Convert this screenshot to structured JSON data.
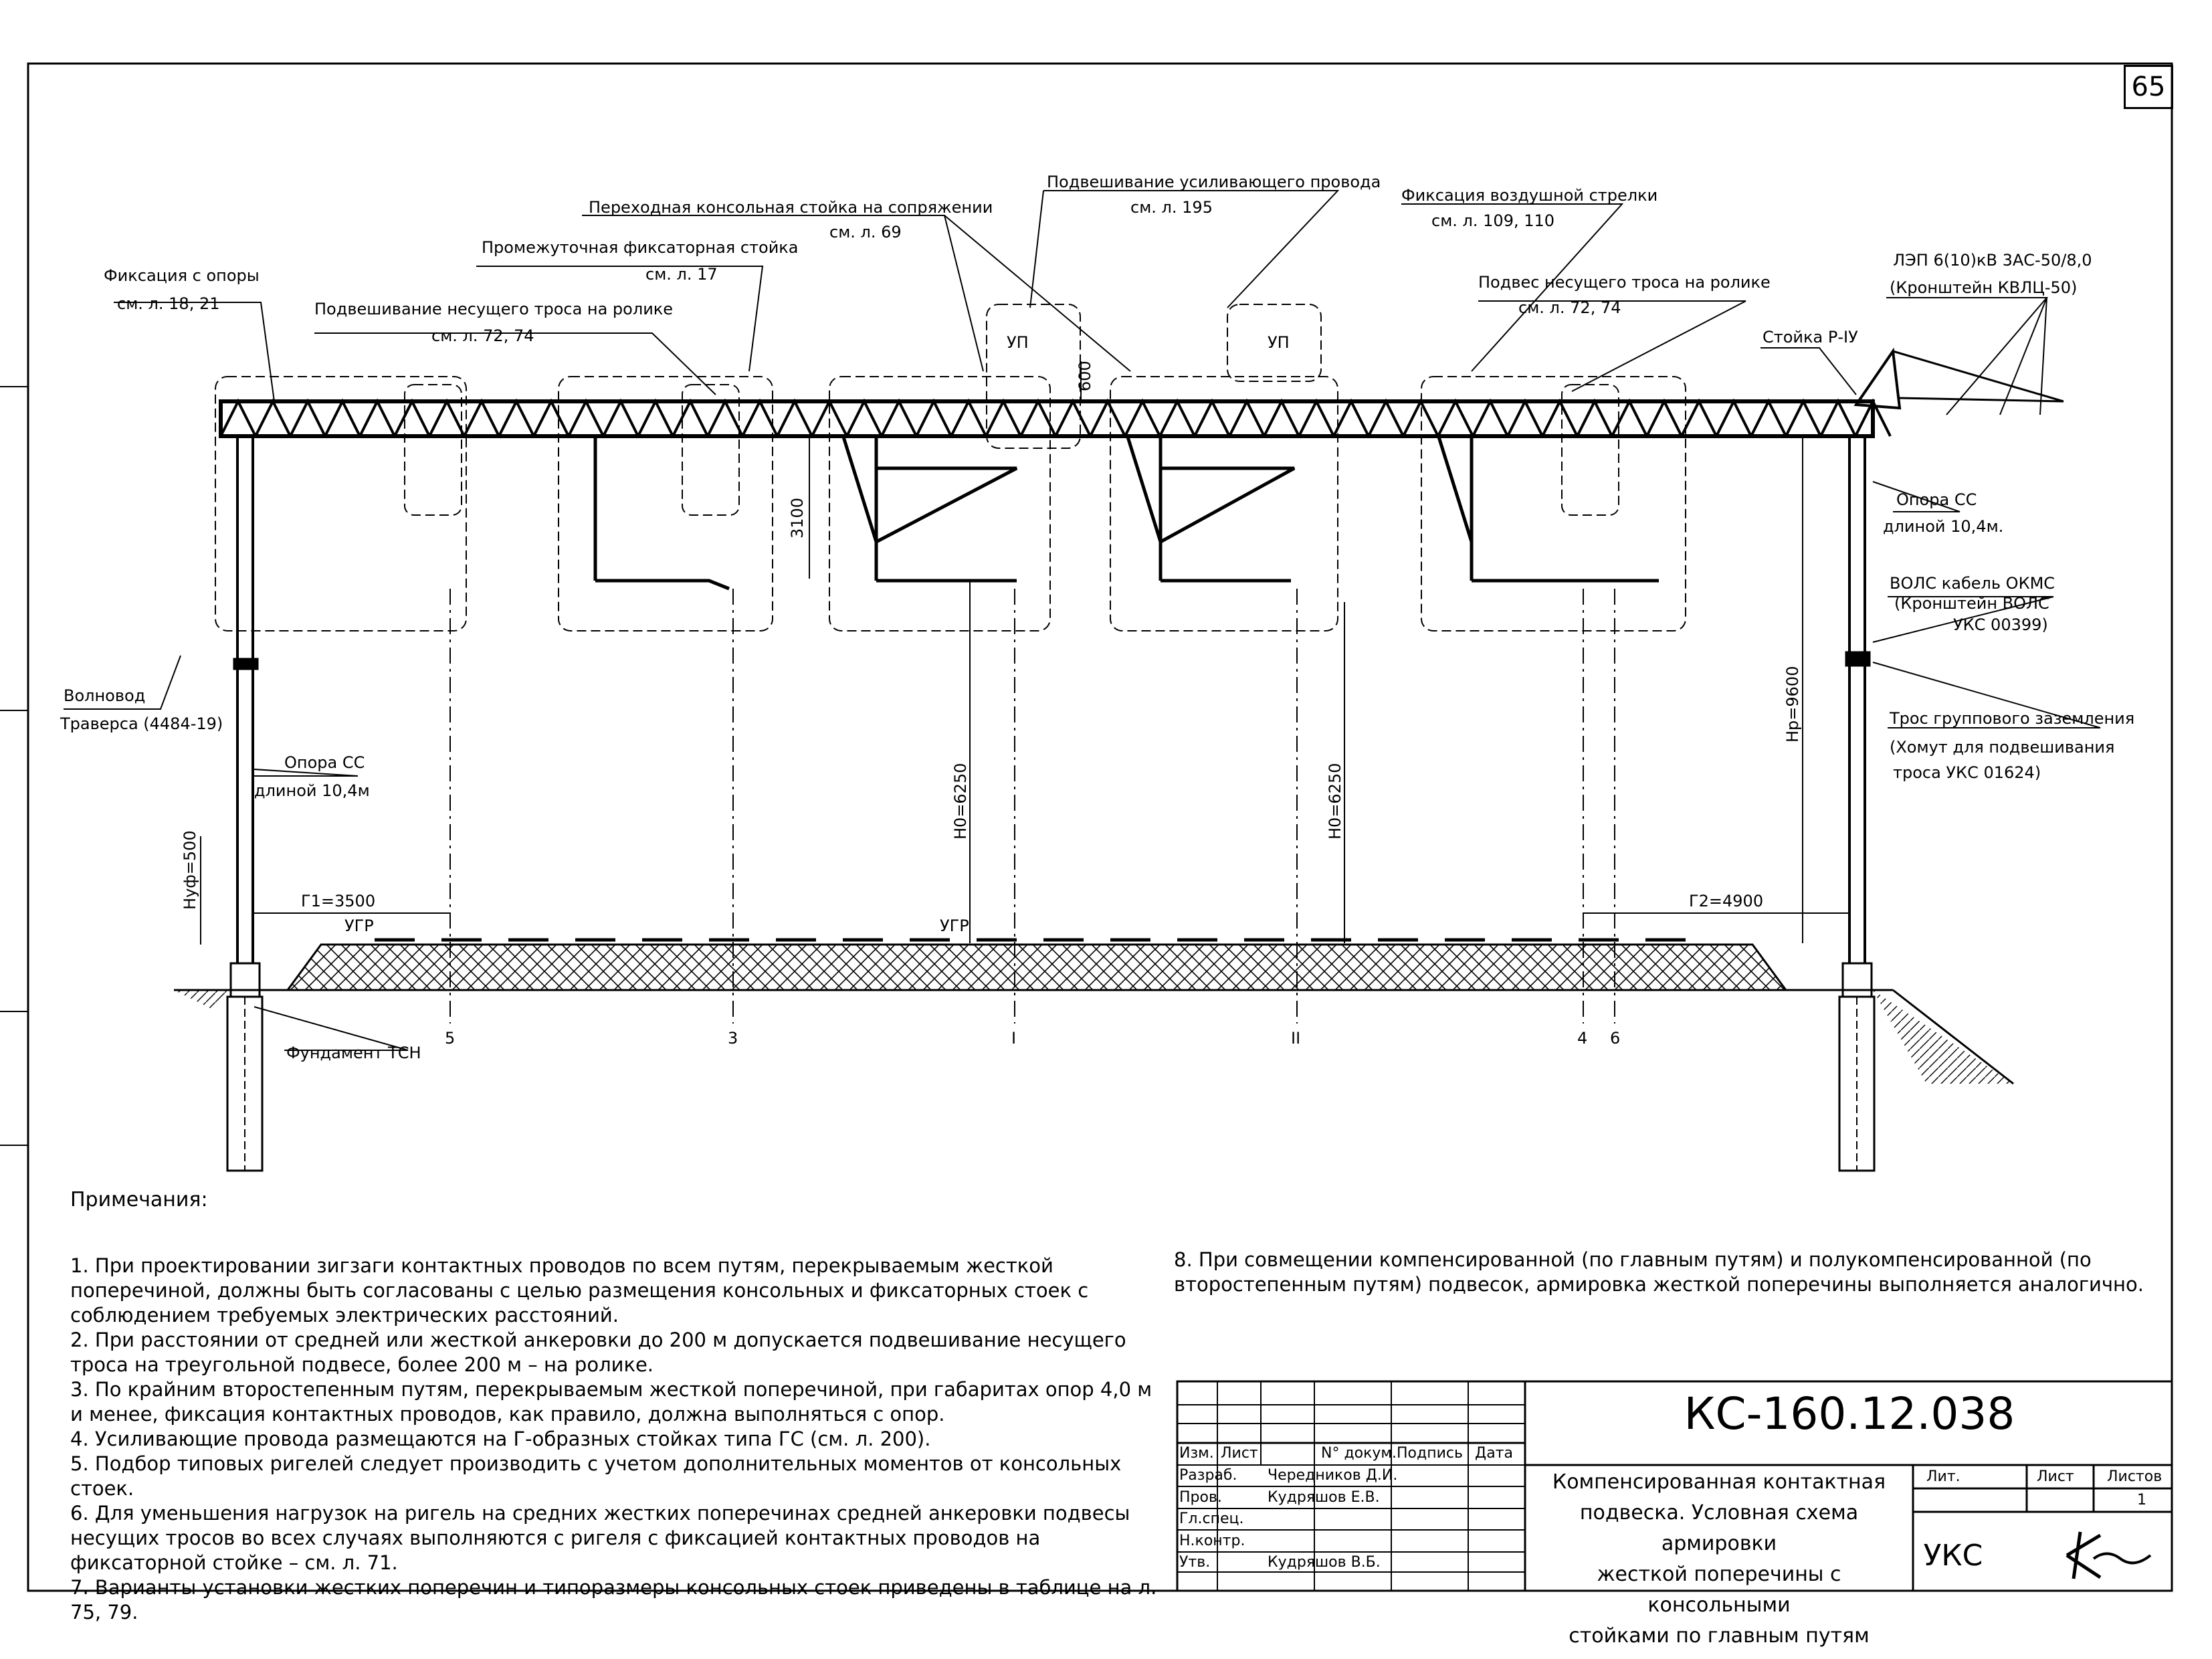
{
  "page_number": "65",
  "labels": {
    "fix_support": "Фиксация с опоры",
    "fix_support_ref": "см. л. 18, 21",
    "hang_roller": "Подвешивание несущего троса на ролике",
    "hang_roller_ref": "см. л. 72, 74",
    "intermediate_post": "Промежуточная фиксаторная стойка",
    "intermediate_post_ref": "см. л. 17",
    "transition_post": "Переходная консольная стойка на сопряжении",
    "transition_post_ref": "см. л. 69",
    "reinforcing_wire": "Подвешивание усиливающего провода",
    "reinforcing_wire_ref": "см. л. 195",
    "air_switch": "Фиксация воздушной стрелки",
    "air_switch_ref": "см. л. 109, 110",
    "carrier_roller": "Подвес несущего троса на ролике",
    "carrier_roller_ref": "см. л. 72, 74",
    "power_line": "ЛЭП 6(10)кВ 3АС-50/8,0",
    "power_bracket": "(Кронштейн КВЛЦ-50)",
    "post_r": "Стойка Р-IУ",
    "support_cc_right": "Опора СС",
    "support_cc_right_len": "длиной 10,4м.",
    "fiber_cable": "ВОЛС кабель ОКМС",
    "fiber_bracket": "(Кронштейн ВОЛС",
    "fiber_bracket_code": "УКС 00399)",
    "ground_cable": "Трос группового заземления",
    "ground_clamp": "(Хомут для подвешивания",
    "ground_clamp_code": "троса УКС 01624)",
    "waveguide": "Волновод",
    "traverse": "Траверса (4484-19)",
    "support_cc_left": "Опора СС",
    "support_cc_left_len": "длиной 10,4м",
    "foundation": "Фундамент ТСН",
    "up": "УП",
    "ugr": "УГР"
  },
  "dimensions": {
    "d600": "600",
    "d3100": "3100",
    "h0_left": "H0=6250",
    "h0_right": "H0=6250",
    "hp": "Hр=9600",
    "hyf": "Hуф=500",
    "g1": "Г1=3500",
    "g2": "Г2=4900"
  },
  "tracks": [
    "5",
    "3",
    "I",
    "II",
    "4",
    "6"
  ],
  "notes_title": "Примечания:",
  "notes": [
    "1. При проектировании зигзаги контактных проводов по всем путям, перекрываемым жесткой поперечиной, должны быть согласованы с целью размещения консольных и фиксаторных стоек с соблюдением требуемых электрических расстояний.",
    "2. При расстоянии от средней или жесткой анкеровки до 200 м допускается подвешивание несущего троса на треугольной подвесе, более 200 м – на ролике.",
    "3. По крайним второстепенным путям, перекрываемым жесткой поперечиной, при габаритах опор 4,0 м и менее, фиксация контактных проводов, как правило, должна выполняться с опор.",
    "4. Усиливающие провода размещаются на Г-образных стойках типа ГС (см. л. 200).",
    "5. Подбор типовых ригелей следует производить с учетом дополнительных моментов от консольных стоек.",
    "6. Для уменьшения нагрузок на ригель на средних жестких поперечинах средней анкеровки подвесы несущих тросов во всех случаях выполняются с ригеля с фиксацией контактных проводов на фиксаторной стойке – см. л. 71.",
    "7. Варианты установки жестких поперечин и типоразмеры консольных стоек приведены в таблице на л. 75, 79."
  ],
  "note8": "8. При совмещении компенсированной (по главным путям) и полукомпенсированной (по второстепенным путям) подвесок, армировка жесткой поперечины выполняется аналогично.",
  "title_block": {
    "code": "КС-160.12.038",
    "title": [
      "Компенсированная контактная",
      "подвеска. Условная схема армировки",
      "жесткой поперечины с консольными",
      "стойками по главным путям"
    ],
    "org": "УКС",
    "headers": {
      "izm": "Изм.",
      "list": "Лист",
      "doc": "N° докум.",
      "sign": "Подпись",
      "date": "Дата"
    },
    "roles": [
      "Разраб.",
      "Пров.",
      "Гл.спец.",
      "Н.контр.",
      "Утв."
    ],
    "names": [
      "Чередников Д.И.",
      "Кудряшов Е.В.",
      "",
      "",
      "Кудряшов В.Б."
    ],
    "lit": "Лит.",
    "sheet": "Лист",
    "sheets": "Листов",
    "sheets_value": "1"
  }
}
